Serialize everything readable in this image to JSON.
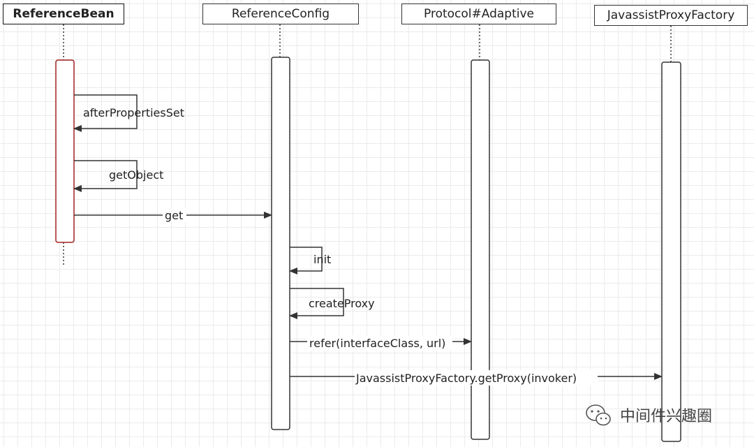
{
  "participants": [
    {
      "id": "reference-bean",
      "label": "ReferenceBean",
      "bold": true
    },
    {
      "id": "reference-config",
      "label": "ReferenceConfig",
      "bold": false
    },
    {
      "id": "protocol-adaptive",
      "label": "Protocol#Adaptive",
      "bold": false
    },
    {
      "id": "javassist-proxy-factory",
      "label": "JavassistProxyFactory",
      "bold": false
    }
  ],
  "messages": [
    {
      "id": "after-properties-set",
      "label": "afterPropertiesSet",
      "from": "reference-bean",
      "to": "reference-bean"
    },
    {
      "id": "get-object",
      "label": "getObject",
      "from": "reference-bean",
      "to": "reference-bean"
    },
    {
      "id": "get",
      "label": "get",
      "from": "reference-bean",
      "to": "reference-config"
    },
    {
      "id": "init",
      "label": "init",
      "from": "reference-config",
      "to": "reference-config"
    },
    {
      "id": "create-proxy",
      "label": "createProxy",
      "from": "reference-config",
      "to": "reference-config"
    },
    {
      "id": "refer",
      "label": "refer(interfaceClass, url)",
      "from": "reference-config",
      "to": "protocol-adaptive"
    },
    {
      "id": "get-proxy",
      "label": "JavassistProxyFactory.getProxy(invoker)",
      "from": "reference-config",
      "to": "javassist-proxy-factory"
    }
  ],
  "watermark": {
    "text": "中间件兴趣圈",
    "icon": "wechat-icon"
  },
  "colors": {
    "line": "#333333",
    "active_bar_highlight": "#a02020",
    "grid": "#ebebeb"
  }
}
